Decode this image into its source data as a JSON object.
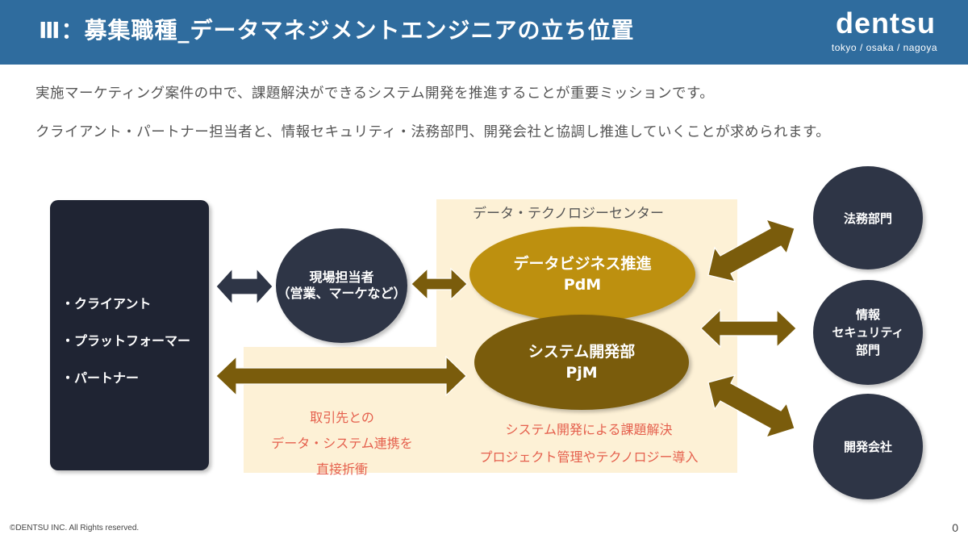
{
  "header": {
    "title": "Ⅲ：募集職種_データマネジメントエンジニアの立ち位置",
    "brand": "dentsu",
    "brand_sub": "tokyo / osaka / nagoya",
    "bg_color": "#2f6c9e"
  },
  "intro": {
    "line1": "実施マーケティング案件の中で、課題解決ができるシステム開発を推進することが重要ミッションです。",
    "line2": "クライアント・パートナー担当者と、情報セキュリティ・法務部門、開発会社と協調し推進していくことが求められます。"
  },
  "diagram": {
    "clients": [
      "クライアント",
      "プラットフォーマー",
      "パートナー"
    ],
    "genba": {
      "line1": "現場担当者",
      "line2": "（営業、マーケなど）"
    },
    "center_label": "データ・テクノロジーセンター",
    "pdm": {
      "line1": "データビジネス推進",
      "line2": "PdM",
      "color": "#bd900f"
    },
    "pjm": {
      "line1": "システム開発部",
      "line2": "PjM",
      "color": "#7a5c0c"
    },
    "torihiki": [
      "取引先との",
      "データ・システム連携を",
      "直接折衝"
    ],
    "system_caption": [
      "システム開発による課題解決",
      "プロジェクト管理やテクノロジー導入"
    ],
    "right_nodes": {
      "houmu": "法務部門",
      "joho": [
        "情報",
        "セキュリティ",
        "部門"
      ],
      "kaihatsu": "開発会社"
    },
    "colors": {
      "dark_navy": "#1f2433",
      "node": "#2e3546",
      "arrow": "#7a5c0c",
      "cream": "#fdf1d6",
      "red_text": "#e5604d"
    }
  },
  "footer": {
    "copyright": "©DENTSU INC. All Rights reserved.",
    "page": "0"
  }
}
